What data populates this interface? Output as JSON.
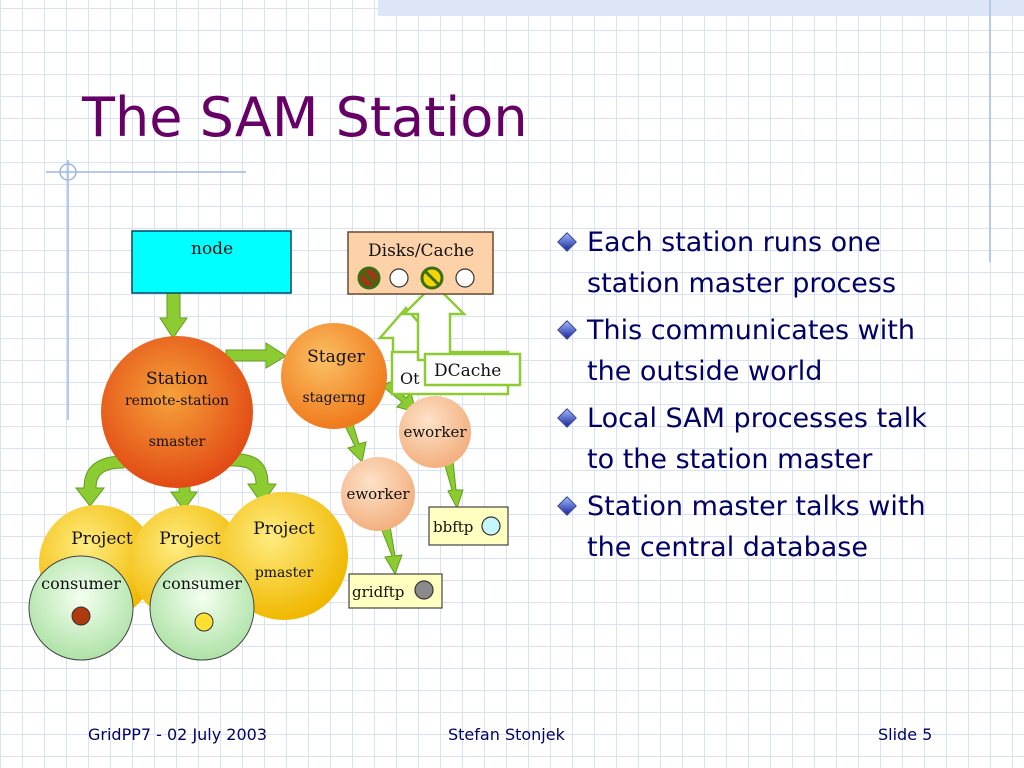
{
  "slide": {
    "title": "The SAM Station",
    "bullets": [
      "Each station runs one station master process",
      "This communicates with the outside world",
      "Local SAM processes talk to the station master",
      "Station master talks with the central database"
    ],
    "footer": {
      "left": "GridPP7  -  02 July 2003",
      "center": "Stefan Stonjek",
      "right": "Slide 5"
    }
  },
  "diagram": {
    "node": "node",
    "disks_cache": "Disks/Cache",
    "station": "Station",
    "remote_station": "remote-station",
    "smaster": "smaster",
    "stager": "Stager",
    "stagerng": "stagerng",
    "other_partial": "Ot",
    "dcache": "DCache",
    "eworker": "eworker",
    "bbftp": "bbftp",
    "gridftp": "gridftp",
    "project": "Project",
    "pmaster": "pmaster",
    "consumer": "consumer"
  },
  "colors": {
    "title": "#660066",
    "bullet_text": "#000066",
    "node_fill": "#00ffff",
    "arrow_green": "#88cc33",
    "station_orange": "#e8561a",
    "project_yellow": "#f5c400",
    "consumer_green": "#c8f0c0",
    "ftp_box": "#ffffc0"
  }
}
